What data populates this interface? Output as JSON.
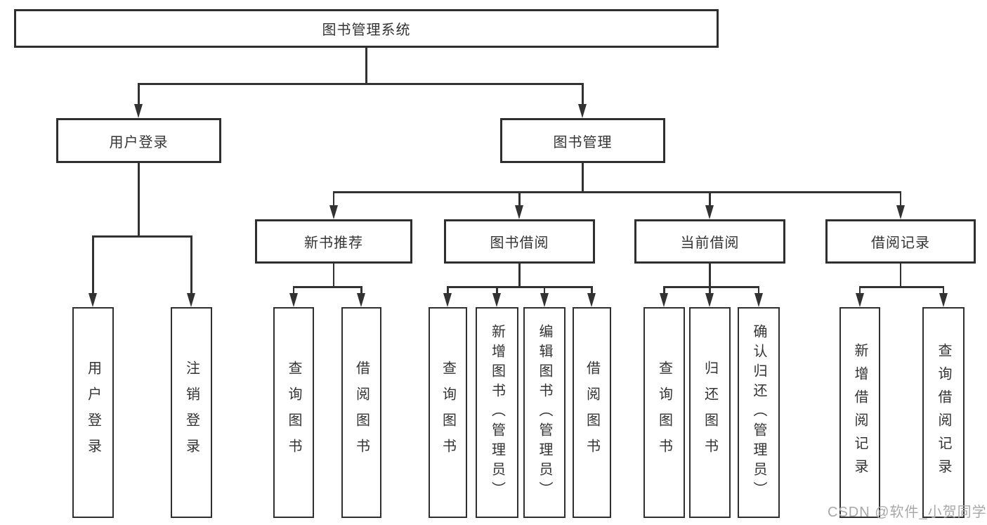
{
  "diagram": {
    "title": "图书管理系统",
    "nodes": {
      "root": "图书管理系统",
      "userLogin": "用户登录",
      "bookMgmt": "图书管理",
      "newBookRec": "新书推荐",
      "bookBorrow": "图书借阅",
      "currentBorrow": "当前借阅",
      "borrowRecord": "借阅记录",
      "loginUser": "用户登录",
      "loginLogout": "注销登录",
      "recQuery": "查询图书",
      "recBorrow": "借阅图书",
      "bbQuery": "查询图书",
      "bbAdd": "新增图书（管理员）",
      "bbEdit": "编辑图书（管理员）",
      "bbBorrow": "借阅图书",
      "cbQuery": "查询图书",
      "cbReturn": "归还图书",
      "cbConfirm": "确认归还（管理员）",
      "brAdd": "新增借阅记录",
      "brQuery": "查询借阅记录"
    },
    "colors": {
      "line": "#323232",
      "text": "#333333",
      "background": "#ffffff",
      "watermark": "#a8a8a8"
    }
  },
  "watermark": "CSDN @软件_小贺同学"
}
